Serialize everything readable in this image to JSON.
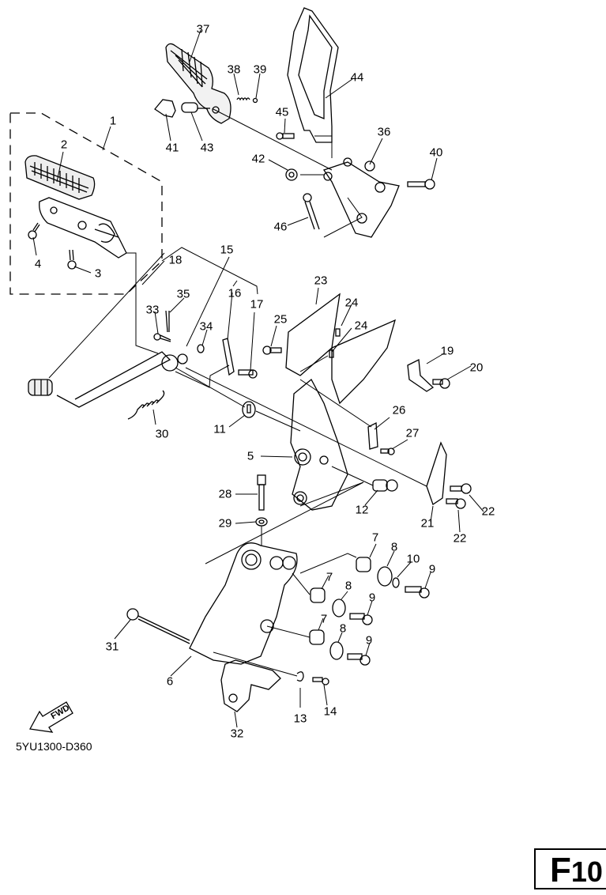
{
  "diagram": {
    "title": "Footrest / shift pedal assembly exploded view",
    "diagram_code": "5YU1300-D360",
    "direction_marker": "FWD",
    "page_id_letter": "F",
    "page_id_number": "10",
    "callouts": [
      {
        "id": "c1",
        "label": "1"
      },
      {
        "id": "c2",
        "label": "2"
      },
      {
        "id": "c3",
        "label": "3"
      },
      {
        "id": "c4",
        "label": "4"
      },
      {
        "id": "c5",
        "label": "5"
      },
      {
        "id": "c6",
        "label": "6"
      },
      {
        "id": "c7a",
        "label": "7"
      },
      {
        "id": "c7b",
        "label": "7"
      },
      {
        "id": "c7c",
        "label": "7"
      },
      {
        "id": "c8a",
        "label": "8"
      },
      {
        "id": "c8b",
        "label": "8"
      },
      {
        "id": "c8c",
        "label": "8"
      },
      {
        "id": "c9a",
        "label": "9"
      },
      {
        "id": "c9b",
        "label": "9"
      },
      {
        "id": "c9c",
        "label": "9"
      },
      {
        "id": "c10",
        "label": "10"
      },
      {
        "id": "c11",
        "label": "11"
      },
      {
        "id": "c12",
        "label": "12"
      },
      {
        "id": "c13",
        "label": "13"
      },
      {
        "id": "c14",
        "label": "14"
      },
      {
        "id": "c15",
        "label": "15"
      },
      {
        "id": "c16",
        "label": "16"
      },
      {
        "id": "c17",
        "label": "17"
      },
      {
        "id": "c18",
        "label": "18"
      },
      {
        "id": "c19",
        "label": "19"
      },
      {
        "id": "c20",
        "label": "20"
      },
      {
        "id": "c21",
        "label": "21"
      },
      {
        "id": "c22a",
        "label": "22"
      },
      {
        "id": "c22b",
        "label": "22"
      },
      {
        "id": "c23",
        "label": "23"
      },
      {
        "id": "c24a",
        "label": "24"
      },
      {
        "id": "c24b",
        "label": "24"
      },
      {
        "id": "c25",
        "label": "25"
      },
      {
        "id": "c26",
        "label": "26"
      },
      {
        "id": "c27",
        "label": "27"
      },
      {
        "id": "c28",
        "label": "28"
      },
      {
        "id": "c29",
        "label": "29"
      },
      {
        "id": "c30",
        "label": "30"
      },
      {
        "id": "c31",
        "label": "31"
      },
      {
        "id": "c32",
        "label": "32"
      },
      {
        "id": "c33",
        "label": "33"
      },
      {
        "id": "c34",
        "label": "34"
      },
      {
        "id": "c35",
        "label": "35"
      },
      {
        "id": "c36",
        "label": "36"
      },
      {
        "id": "c37",
        "label": "37"
      },
      {
        "id": "c38",
        "label": "38"
      },
      {
        "id": "c39",
        "label": "39"
      },
      {
        "id": "c40",
        "label": "40"
      },
      {
        "id": "c41",
        "label": "41"
      },
      {
        "id": "c42",
        "label": "42"
      },
      {
        "id": "c43",
        "label": "43"
      },
      {
        "id": "c44",
        "label": "44"
      },
      {
        "id": "c45",
        "label": "45"
      },
      {
        "id": "c46",
        "label": "46"
      }
    ]
  }
}
